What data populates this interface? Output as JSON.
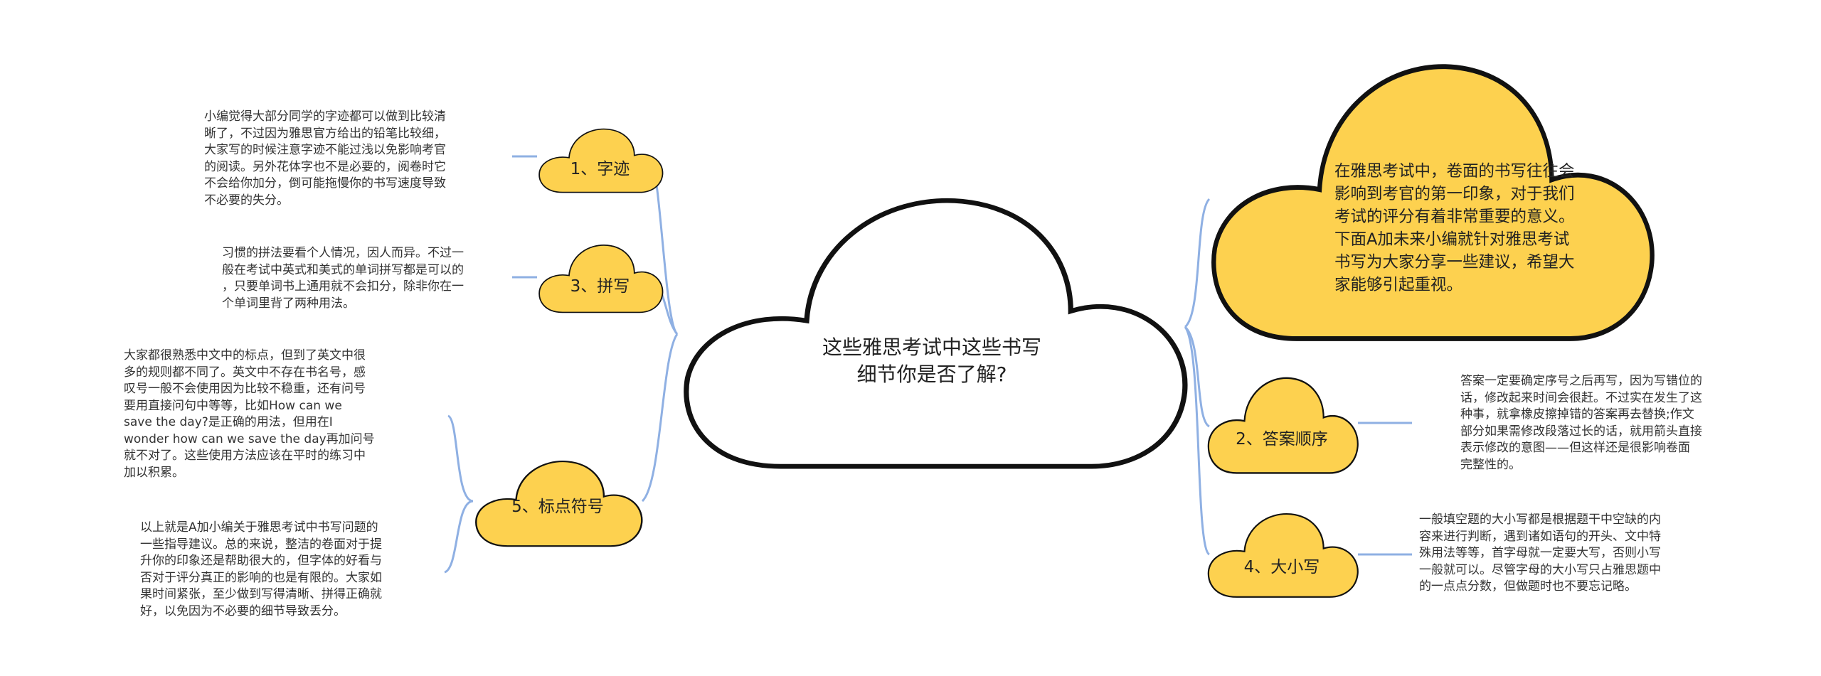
{
  "colors": {
    "node_fill": "#fdd14f",
    "center_fill": "#ffffff",
    "outline": "#111111",
    "connector": "#8fb0e3"
  },
  "center": {
    "title": "这些雅思考试中这些书写\n细节你是否了解?"
  },
  "intro": {
    "text": "在雅思考试中，卷面的书写往往会\n影响到考官的第一印象，对于我们\n考试的评分有着非常重要的意义。\n下面A加未来小编就针对雅思考试\n书写为大家分享一些建议，希望大\n家能够引起重视。"
  },
  "nodes": [
    {
      "label": "1、字迹",
      "text": "小编觉得大部分同学的字迹都可以做到比较清\n晰了，不过因为雅思官方给出的铅笔比较细，\n大家写的时候注意字迹不能过浅以免影响考官\n的阅读。另外花体字也不是必要的，阅卷时它\n不会给你加分，倒可能拖慢你的书写速度导致\n不必要的失分。"
    },
    {
      "label": "3、拼写",
      "text": "习惯的拼法要看个人情况，因人而异。不过一\n般在考试中英式和美式的单词拼写都是可以的\n，只要单词书上通用就不会扣分，除非你在一\n个单词里背了两种用法。"
    },
    {
      "label": "5、标点符号",
      "text": "大家都很熟悉中文中的标点，但到了英文中很\n多的规则都不同了。英文中不存在书名号，感\n叹号一般不会使用因为比较不稳重，还有问号\n要用直接问句中等等，比如How can we\nsave the day?是正确的用法，但用在I\nwonder how can we save the day再加问号\n就不对了。这些使用方法应该在平时的练习中\n加以积累。",
      "text2": "以上就是A加小编关于雅思考试中书写问题的\n一些指导建议。总的来说，整洁的卷面对于提\n升你的印象还是帮助很大的，但字体的好看与\n否对于评分真正的影响的也是有限的。大家如\n果时间紧张，至少做到写得清晰、拼得正确就\n好，以免因为不必要的细节导致丢分。"
    },
    {
      "label": "2、答案顺序",
      "text": "答案一定要确定序号之后再写，因为写错位的\n话，修改起来时间会很赶。不过实在发生了这\n种事，就拿橡皮擦掉错的答案再去替换;作文\n部分如果需修改段落过长的话，就用箭头直接\n表示修改的意图——但这样还是很影响卷面\n完整性的。"
    },
    {
      "label": "4、大小写",
      "text": "一般填空题的大小写都是根据题干中空缺的内\n容来进行判断，遇到诸如语句的开头、文中特\n殊用法等等，首字母就一定要大写，否则小写\n一般就可以。尽管字母的大小写只占雅思题中\n的一点点分数，但做题时也不要忘记略。"
    }
  ]
}
